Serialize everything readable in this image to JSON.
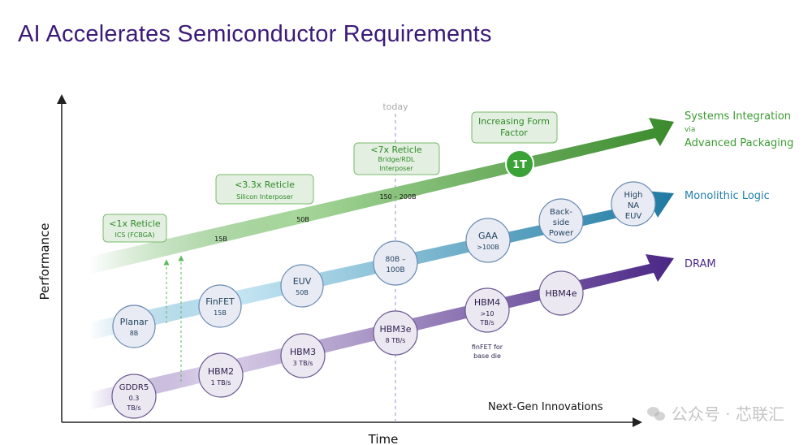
{
  "title": "AI Accelerates Semiconductor Requirements",
  "axes": {
    "y_label": "Performance",
    "x_label": "Time",
    "corner_label": "Next-Gen Innovations",
    "today_label": "today"
  },
  "tracks": {
    "systems": {
      "line1": "Systems Integration",
      "line2": "via",
      "line3": "Advanced Packaging",
      "color": "#3a9a32"
    },
    "logic": {
      "label": "Monolithic Logic",
      "color": "#1f7fa8"
    },
    "dram": {
      "label": "DRAM",
      "color": "#4a2a8a"
    }
  },
  "callouts": {
    "ics": {
      "line1": "<1x Reticle",
      "line2": "ICS (FCBGA)"
    },
    "si": {
      "line1": "<3.3x Reticle",
      "line2": "Silicon Interposer"
    },
    "bridge": {
      "line1": "<7x Reticle",
      "line2": "Bridge/RDL",
      "line3": "Interposer"
    },
    "form": {
      "line1": "Increasing Form",
      "line2": "Factor"
    }
  },
  "transistor_counts": {
    "t15": "15B",
    "t50": "50B",
    "t150": "150 – 200B",
    "badge": "1T"
  },
  "logic_nodes": [
    {
      "line1": "Planar",
      "line2": "8B"
    },
    {
      "line1": "FinFET",
      "line2": "15B"
    },
    {
      "line1": "EUV",
      "line2": "50B"
    },
    {
      "line1": "80B –",
      "line2": "100B"
    },
    {
      "line1": "GAA",
      "line2": ">100B"
    },
    {
      "line1": "Back-",
      "line2": "side",
      "line3": "Power"
    },
    {
      "line1": "High",
      "line2": "NA",
      "line3": "EUV"
    }
  ],
  "dram_nodes": [
    {
      "line1": "GDDR5",
      "line2": "0.3",
      "line3": "TB/s"
    },
    {
      "line1": "HBM2",
      "line2": "1 TB/s"
    },
    {
      "line1": "HBM3",
      "line2": "3 TB/s"
    },
    {
      "line1": "HBM3e",
      "line2": "8 TB/s"
    },
    {
      "line1": "HBM4",
      "line2": ">10",
      "line3": "TB/s"
    },
    {
      "line1": "HBM4e"
    }
  ],
  "dram_note": {
    "line1": "finFET for",
    "line2": "base die"
  },
  "watermark": "公众号 · 芯联汇"
}
